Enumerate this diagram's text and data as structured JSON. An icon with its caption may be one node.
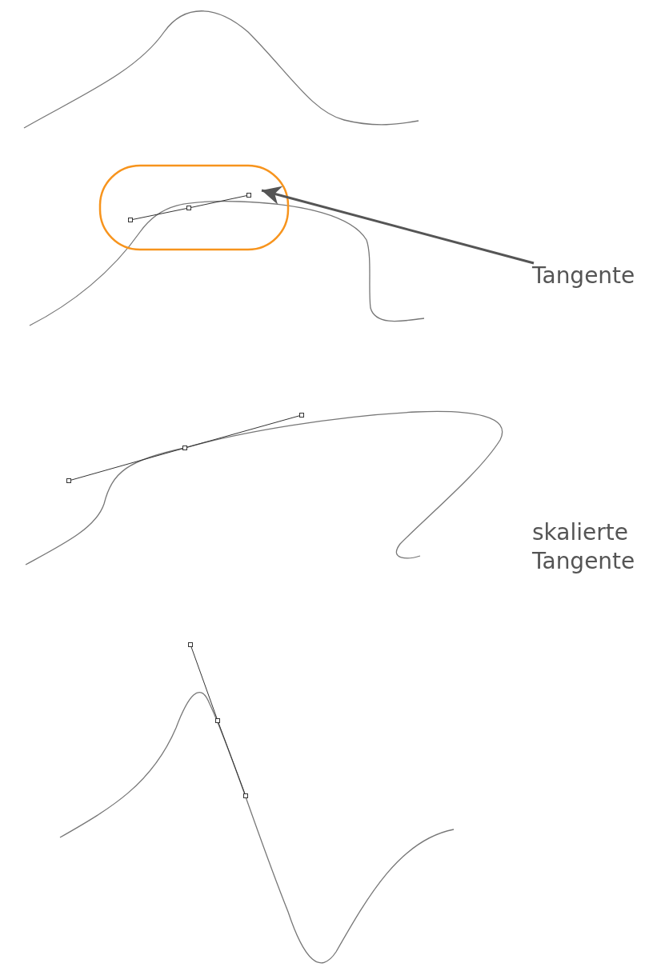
{
  "diagram": {
    "nodes": [
      {
        "text": [
          "Tangente"
        ]
      },
      {
        "text": [],
        "shape": "line"
      }
    ],
    "edges": [
      {
        "from": 0,
        "to": 1,
        "arrow": "to"
      }
    ],
    "labels": [
      "skalierte Tangente"
    ]
  }
}
